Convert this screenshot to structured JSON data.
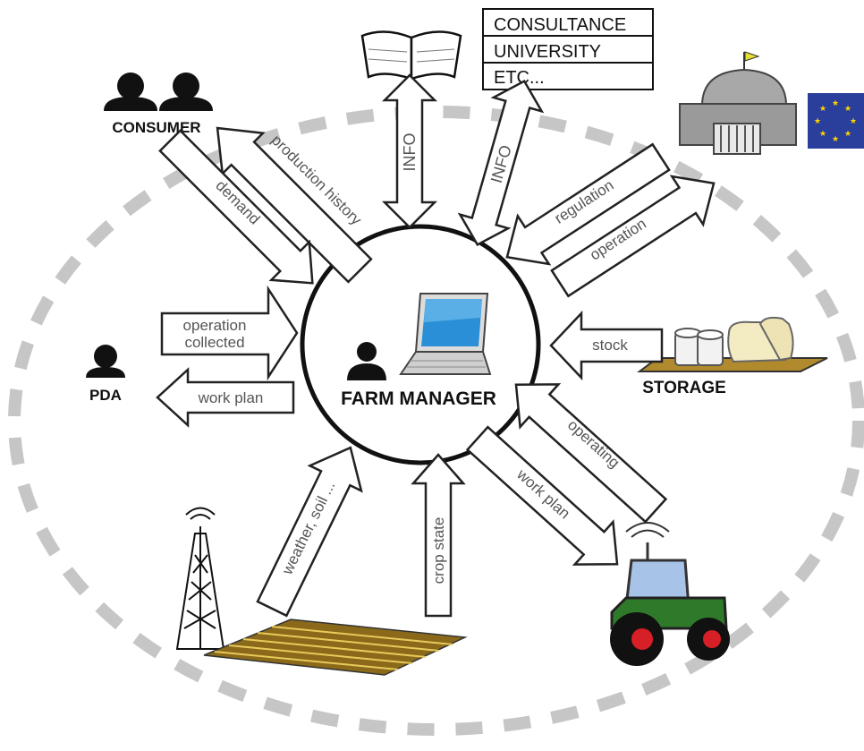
{
  "center": {
    "label": "FARM MANAGER"
  },
  "actors": {
    "consumer": "CONSUMER",
    "pda": "PDA",
    "storage": "STORAGE"
  },
  "info_sources": [
    "CONSULTANCE",
    "UNIVERSITY",
    "ETC..."
  ],
  "flows": {
    "production_history": "production history",
    "demand": "demand",
    "info_book": "INFO",
    "info_sources": "INFO",
    "regulation": "regulation",
    "operation_gov": "operation",
    "operation_collected_line1": "operation",
    "operation_collected_line2": "collected",
    "work_plan_pda": "work plan",
    "stock": "stock",
    "operating": "operating",
    "work_plan_tractor": "work plan",
    "weather_soil": "weather, soil ...",
    "crop_state": "crop state"
  },
  "colors": {
    "dashed_ring": "#c6c6c6",
    "eu_flag": "#2a3f9c",
    "eu_stars": "#ffd400",
    "tractor_body": "#2f7a2a",
    "tractor_cab": "#a8c3e8",
    "tractor_wheel_hub": "#d61f26",
    "laptop_screen": "#2a8fd6",
    "field": "#8a6a1a"
  }
}
